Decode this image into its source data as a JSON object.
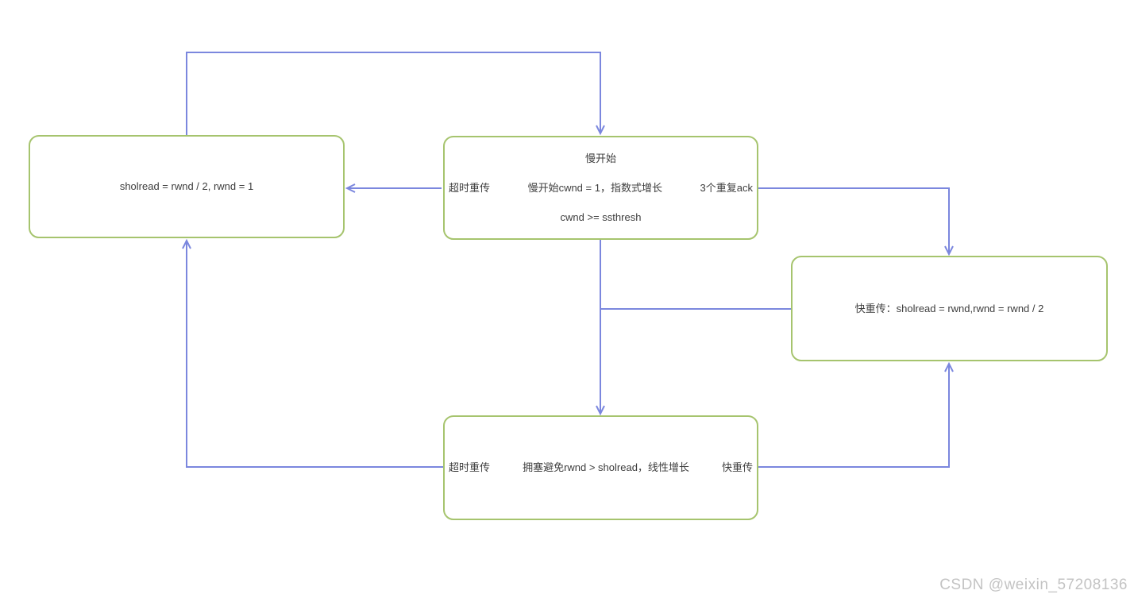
{
  "colors": {
    "node_border": "#a6c46e",
    "connector": "#7b87de",
    "text": "#3d3d3d",
    "watermark": "#c3c3c3"
  },
  "nodes": {
    "reset": {
      "text": "sholread = rwnd / 2, rwnd = 1"
    },
    "slow_start": {
      "title": "慢开始",
      "left_label": "超时重传",
      "center_text": "慢开始cwnd = 1，指数式增长",
      "right_label": "3个重复ack",
      "bottom_text": "cwnd >= ssthresh"
    },
    "fast_retransmit": {
      "text": "快重传：sholread = rwnd,rwnd = rwnd / 2"
    },
    "congestion_avoidance": {
      "left_label": "超时重传",
      "center_text": "拥塞避免rwnd > sholread，线性增长",
      "right_label": "快重传"
    }
  },
  "watermark": {
    "text": "CSDN @weixin_57208136"
  }
}
